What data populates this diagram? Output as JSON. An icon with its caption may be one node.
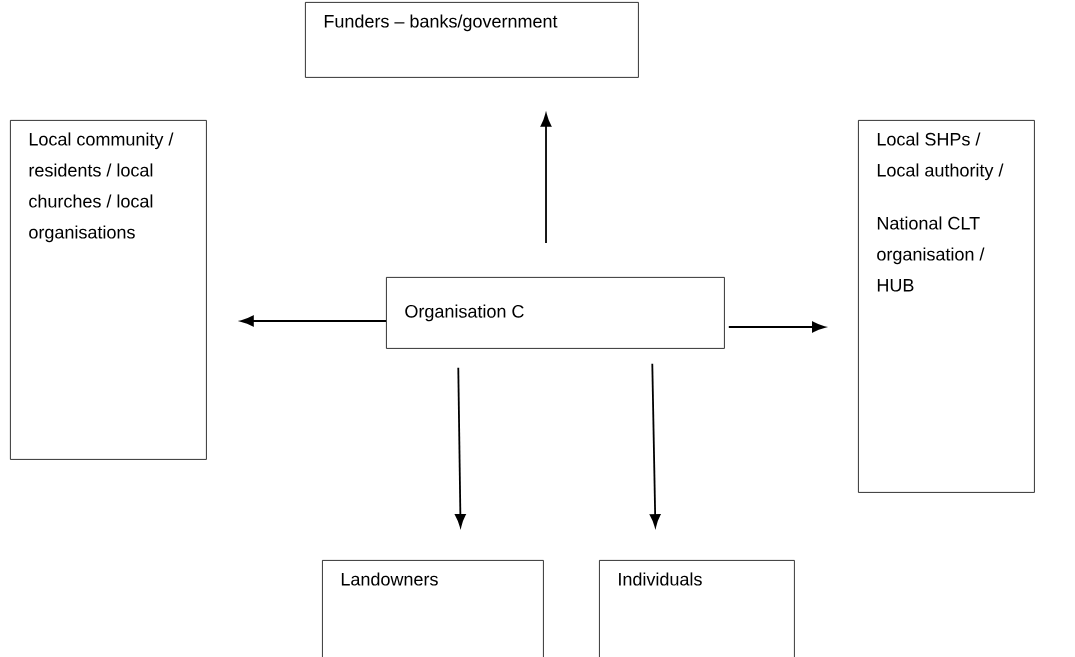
{
  "diagram": {
    "nodes": [
      {
        "text": [
          "Funders – banks/government"
        ]
      },
      {
        "text": [
          "Local community / residents / local churches / local organisations"
        ]
      },
      {
        "text": [
          "Organisation C"
        ]
      },
      {
        "text": [
          "Local SHPs / Local authority /",
          "National CLT organisation / HUB"
        ]
      },
      {
        "text": [
          "Landowners"
        ]
      },
      {
        "text": [
          "Individuals"
        ]
      }
    ],
    "edges": [
      {
        "from": 2,
        "to": 0,
        "arrow": "to"
      },
      {
        "from": 2,
        "to": 1,
        "arrow": "to"
      },
      {
        "from": 2,
        "to": 3,
        "arrow": "to"
      },
      {
        "from": 2,
        "to": 4,
        "arrow": "to"
      },
      {
        "from": 2,
        "to": 5,
        "arrow": "to"
      }
    ]
  }
}
